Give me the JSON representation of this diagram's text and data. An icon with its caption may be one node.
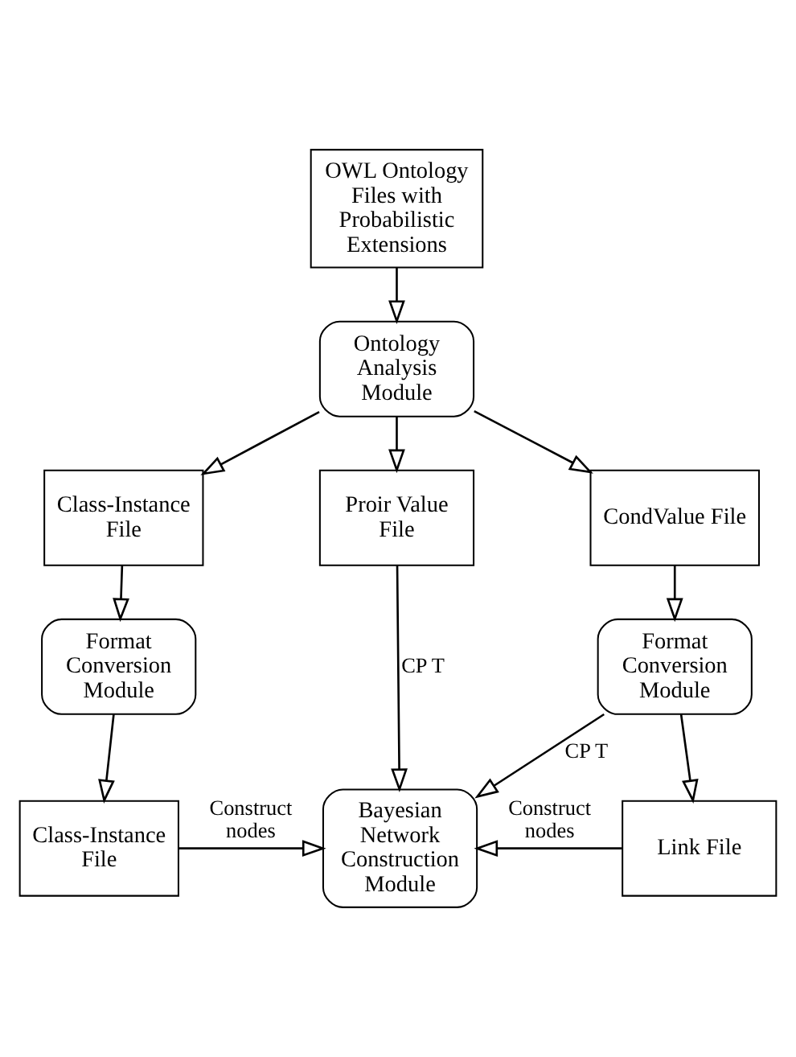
{
  "diagram": {
    "nodes": [
      {
        "text": [
          "OWL Ontology Files with Probabilistic Extensions"
        ]
      },
      {
        "text": [
          "Ontology Analysis Module"
        ]
      },
      {
        "text": [
          "Class-Instance File"
        ]
      },
      {
        "text": [
          "Proir Value File"
        ]
      },
      {
        "text": [
          "CondValue File"
        ]
      },
      {
        "text": [
          "Format Conversion Module"
        ]
      },
      {
        "text": [
          "Format Conversion Module"
        ]
      },
      {
        "text": [
          "Class-Instance File"
        ]
      },
      {
        "text": [
          "Bayesian Network Construction Module"
        ]
      },
      {
        "text": [
          "Link File"
        ]
      }
    ],
    "edges": [
      {
        "from": 0,
        "to": 1,
        "arrow": "to"
      },
      {
        "from": 1,
        "to": 2,
        "arrow": "to"
      },
      {
        "from": 1,
        "to": 3,
        "arrow": "to"
      },
      {
        "from": 1,
        "to": 4,
        "arrow": "to"
      },
      {
        "from": 2,
        "to": 5,
        "arrow": "to"
      },
      {
        "from": 4,
        "to": 6,
        "arrow": "to"
      },
      {
        "from": 5,
        "to": 7,
        "arrow": "to"
      },
      {
        "from": 6,
        "to": 9,
        "arrow": "to"
      },
      {
        "from": 3,
        "to": 8,
        "arrow": "to",
        "label": "CP T"
      },
      {
        "from": 6,
        "to": 8,
        "arrow": "to",
        "label": "CP T"
      },
      {
        "from": 7,
        "to": 8,
        "arrow": "to",
        "label": "Construct nodes"
      },
      {
        "from": 9,
        "to": 8,
        "arrow": "to",
        "label": "Construct nodes"
      }
    ]
  }
}
